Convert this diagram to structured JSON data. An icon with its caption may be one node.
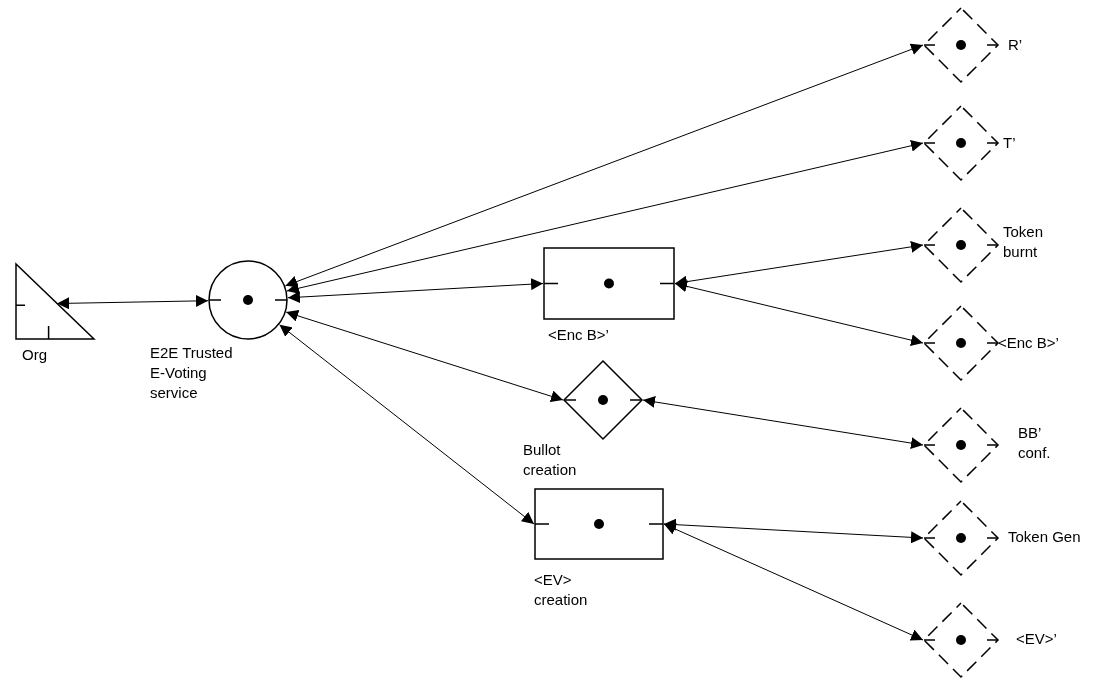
{
  "diagram": {
    "nodes": [
      {
        "text": [
          "Org"
        ]
      },
      {
        "text": [
          "E2E Trusted E-Voting service"
        ]
      },
      {
        "text": [
          "<Enc B>’"
        ]
      },
      {
        "text": [
          "Bullot creation"
        ]
      },
      {
        "text": [
          "<EV> creation"
        ]
      },
      {
        "text": [
          "R’"
        ]
      },
      {
        "text": [
          "T’"
        ]
      },
      {
        "text": [
          "Token burnt"
        ]
      },
      {
        "text": [
          "<Enc B>’"
        ]
      },
      {
        "text": [
          "BB’ conf."
        ]
      },
      {
        "text": [
          "Token Gen"
        ]
      },
      {
        "text": [
          "<EV>’"
        ]
      }
    ],
    "edges": [
      {
        "from": 0,
        "to": 1,
        "arrow": "both"
      },
      {
        "from": 1,
        "to": 5,
        "arrow": "both"
      },
      {
        "from": 1,
        "to": 6,
        "arrow": "both"
      },
      {
        "from": 1,
        "to": 2,
        "arrow": "both"
      },
      {
        "from": 1,
        "to": 3,
        "arrow": "both"
      },
      {
        "from": 1,
        "to": 4,
        "arrow": "both"
      },
      {
        "from": 2,
        "to": 7,
        "arrow": "both"
      },
      {
        "from": 2,
        "to": 8,
        "arrow": "both"
      },
      {
        "from": 3,
        "to": 9,
        "arrow": "both"
      },
      {
        "from": 4,
        "to": 10,
        "arrow": "both"
      },
      {
        "from": 4,
        "to": 11,
        "arrow": "both"
      }
    ]
  }
}
